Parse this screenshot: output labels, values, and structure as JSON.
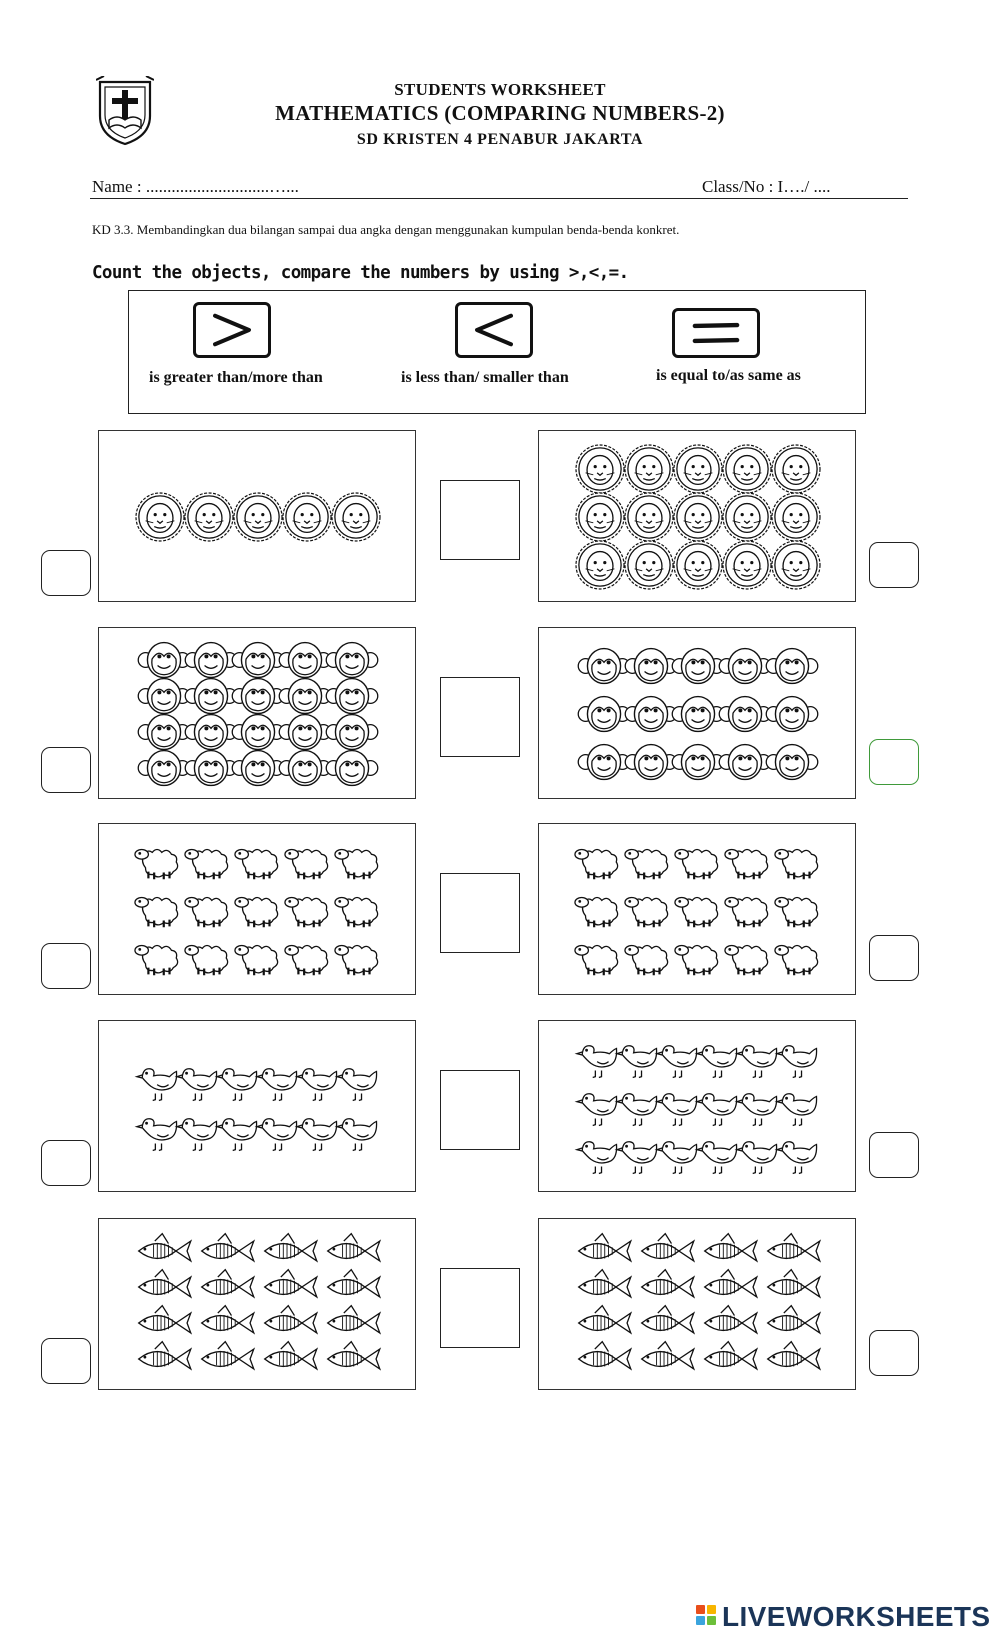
{
  "header": {
    "title_line1": "STUDENTS WORKSHEET",
    "title_line2": "MATHEMATICS (COMPARING NUMBERS-2)",
    "title_line3": "SD KRISTEN 4 PENABUR JAKARTA",
    "logo_icon": "school-crest-icon"
  },
  "student_info": {
    "name_label": "Name  : .............................…...",
    "class_label": "Class/No : I…./ ...."
  },
  "kd_text": "KD  3.3. Membandingkan dua bilangan sampai dua angka dengan menggunakan kumpulan benda-benda konkret.",
  "instruction": "Count the objects, compare the numbers by using >,<,=.",
  "legend": [
    {
      "symbol": ">",
      "label": "is greater than/more than"
    },
    {
      "symbol": "<",
      "label": "is less than/ smaller than"
    },
    {
      "symbol": "=",
      "label": "is equal to/as same as"
    }
  ],
  "exercises": [
    {
      "object": "lion",
      "left_count": 5,
      "left_rows": 1,
      "right_count": 15,
      "right_rows": 3
    },
    {
      "object": "monkey",
      "left_count": 20,
      "left_rows": 4,
      "right_count": 15,
      "right_rows": 3
    },
    {
      "object": "sheep",
      "left_count": 15,
      "left_rows": 3,
      "right_count": 15,
      "right_rows": 3
    },
    {
      "object": "duck",
      "left_count": 12,
      "left_rows": 2,
      "right_count": 18,
      "right_rows": 3
    },
    {
      "object": "fish",
      "left_count": 16,
      "left_rows": 4,
      "right_count": 16,
      "right_rows": 4
    }
  ],
  "footer": {
    "brand": "LIVEWORKSHEETS",
    "brand_color": "#1b3558",
    "logo_colors": [
      "#e94e1b",
      "#f7b500",
      "#3aa4dd",
      "#6cbf3a"
    ]
  }
}
